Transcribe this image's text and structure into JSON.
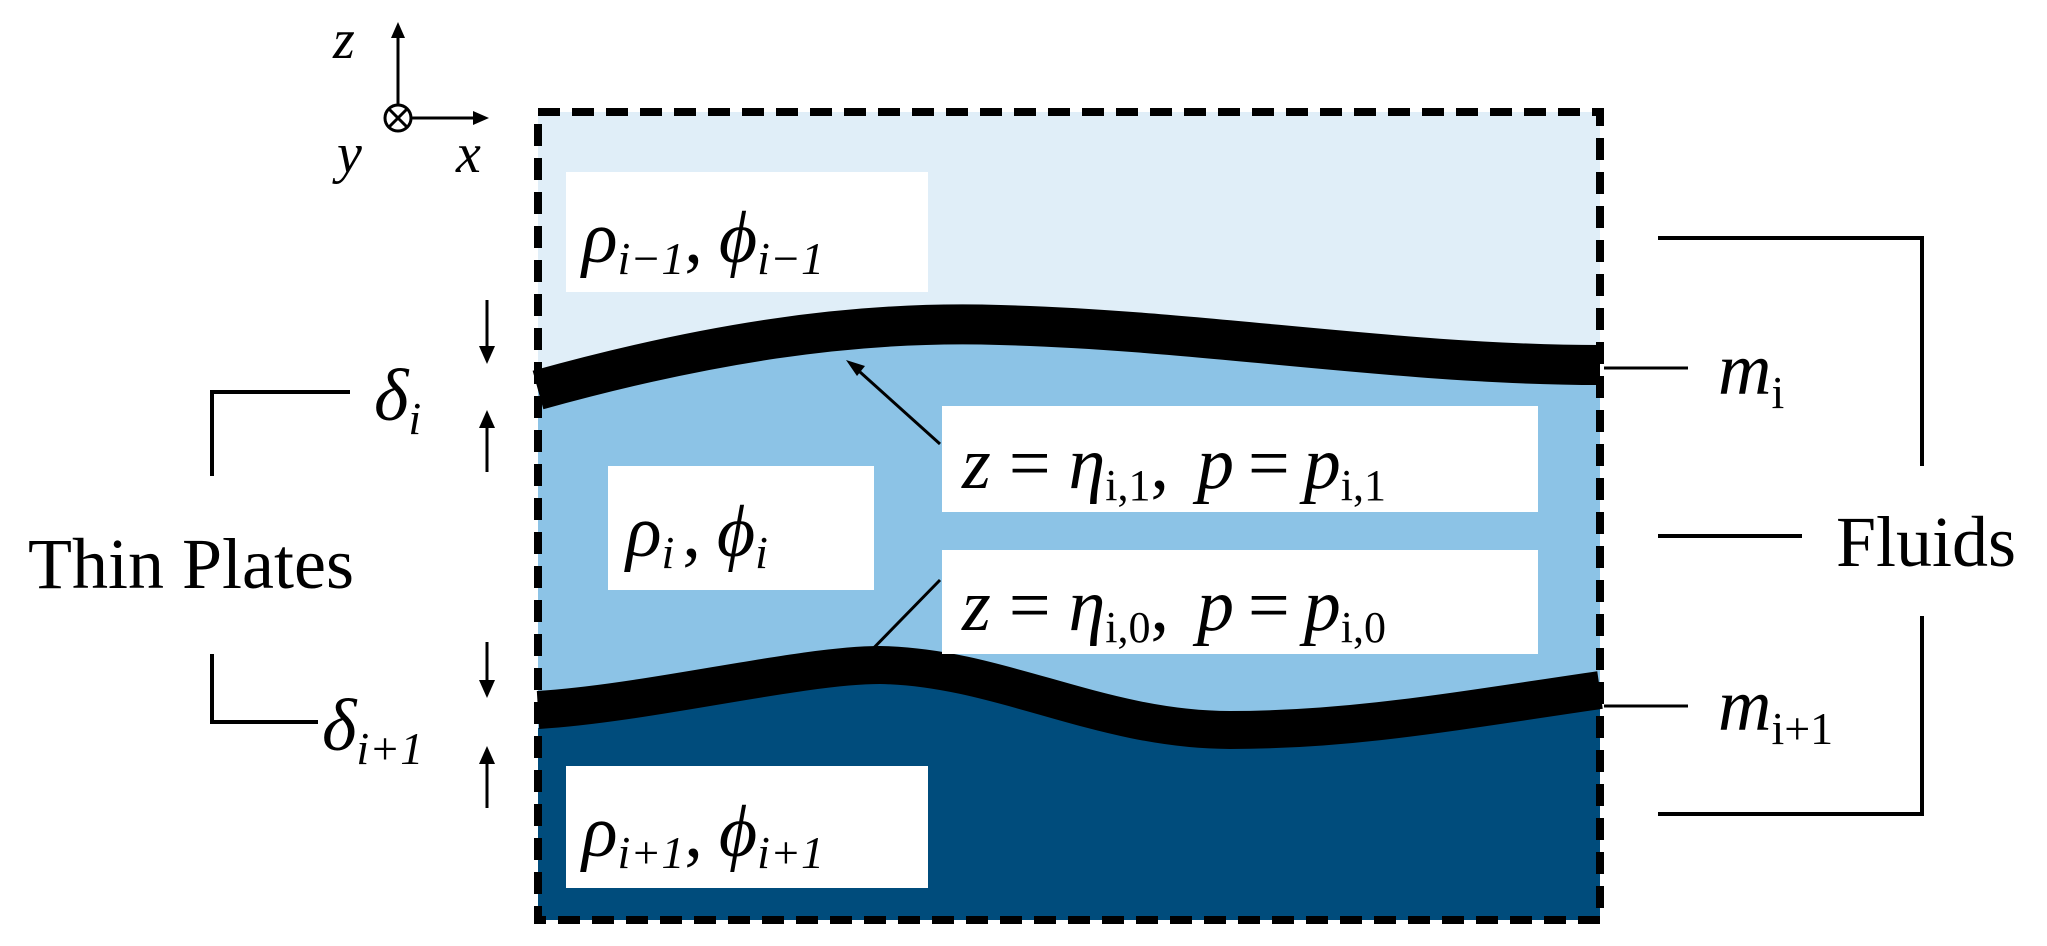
{
  "axes": {
    "z": "z",
    "x": "x",
    "y": "y"
  },
  "fluid_labels": {
    "upper": {
      "rho": "ρ",
      "phi": "ϕ",
      "sub": "i−1",
      "sep": ","
    },
    "middle": {
      "rho": "ρ",
      "phi": "ϕ",
      "sub": "i",
      "sep": ","
    },
    "lower": {
      "rho": "ρ",
      "phi": "ϕ",
      "sub": "i+1",
      "sep": ","
    }
  },
  "interface_labels": {
    "top": {
      "z": "z",
      "eq": "=",
      "eta": "η",
      "eta_sub": "i,1",
      "sep": ",",
      "p": "p",
      "p_sub": "i,1"
    },
    "bottom": {
      "z": "z",
      "eq": "=",
      "eta": "η",
      "eta_sub": "i,0",
      "sep": ",",
      "p": "p",
      "p_sub": "i,0"
    }
  },
  "thicknesses": {
    "top": {
      "symbol": "δ",
      "sub": "i"
    },
    "bottom": {
      "symbol": "δ",
      "sub": "i+1"
    }
  },
  "masses": {
    "top": {
      "symbol": "m",
      "sub": "i"
    },
    "bottom": {
      "symbol": "m",
      "sub": "i+1"
    }
  },
  "group_labels": {
    "thin_plates": "Thin Plates",
    "fluids": "Fluids"
  },
  "colors": {
    "fluid_upper": "#e0eef8",
    "fluid_middle": "#8cc3e6",
    "fluid_lower": "#004c7c",
    "plate": "#000000"
  }
}
